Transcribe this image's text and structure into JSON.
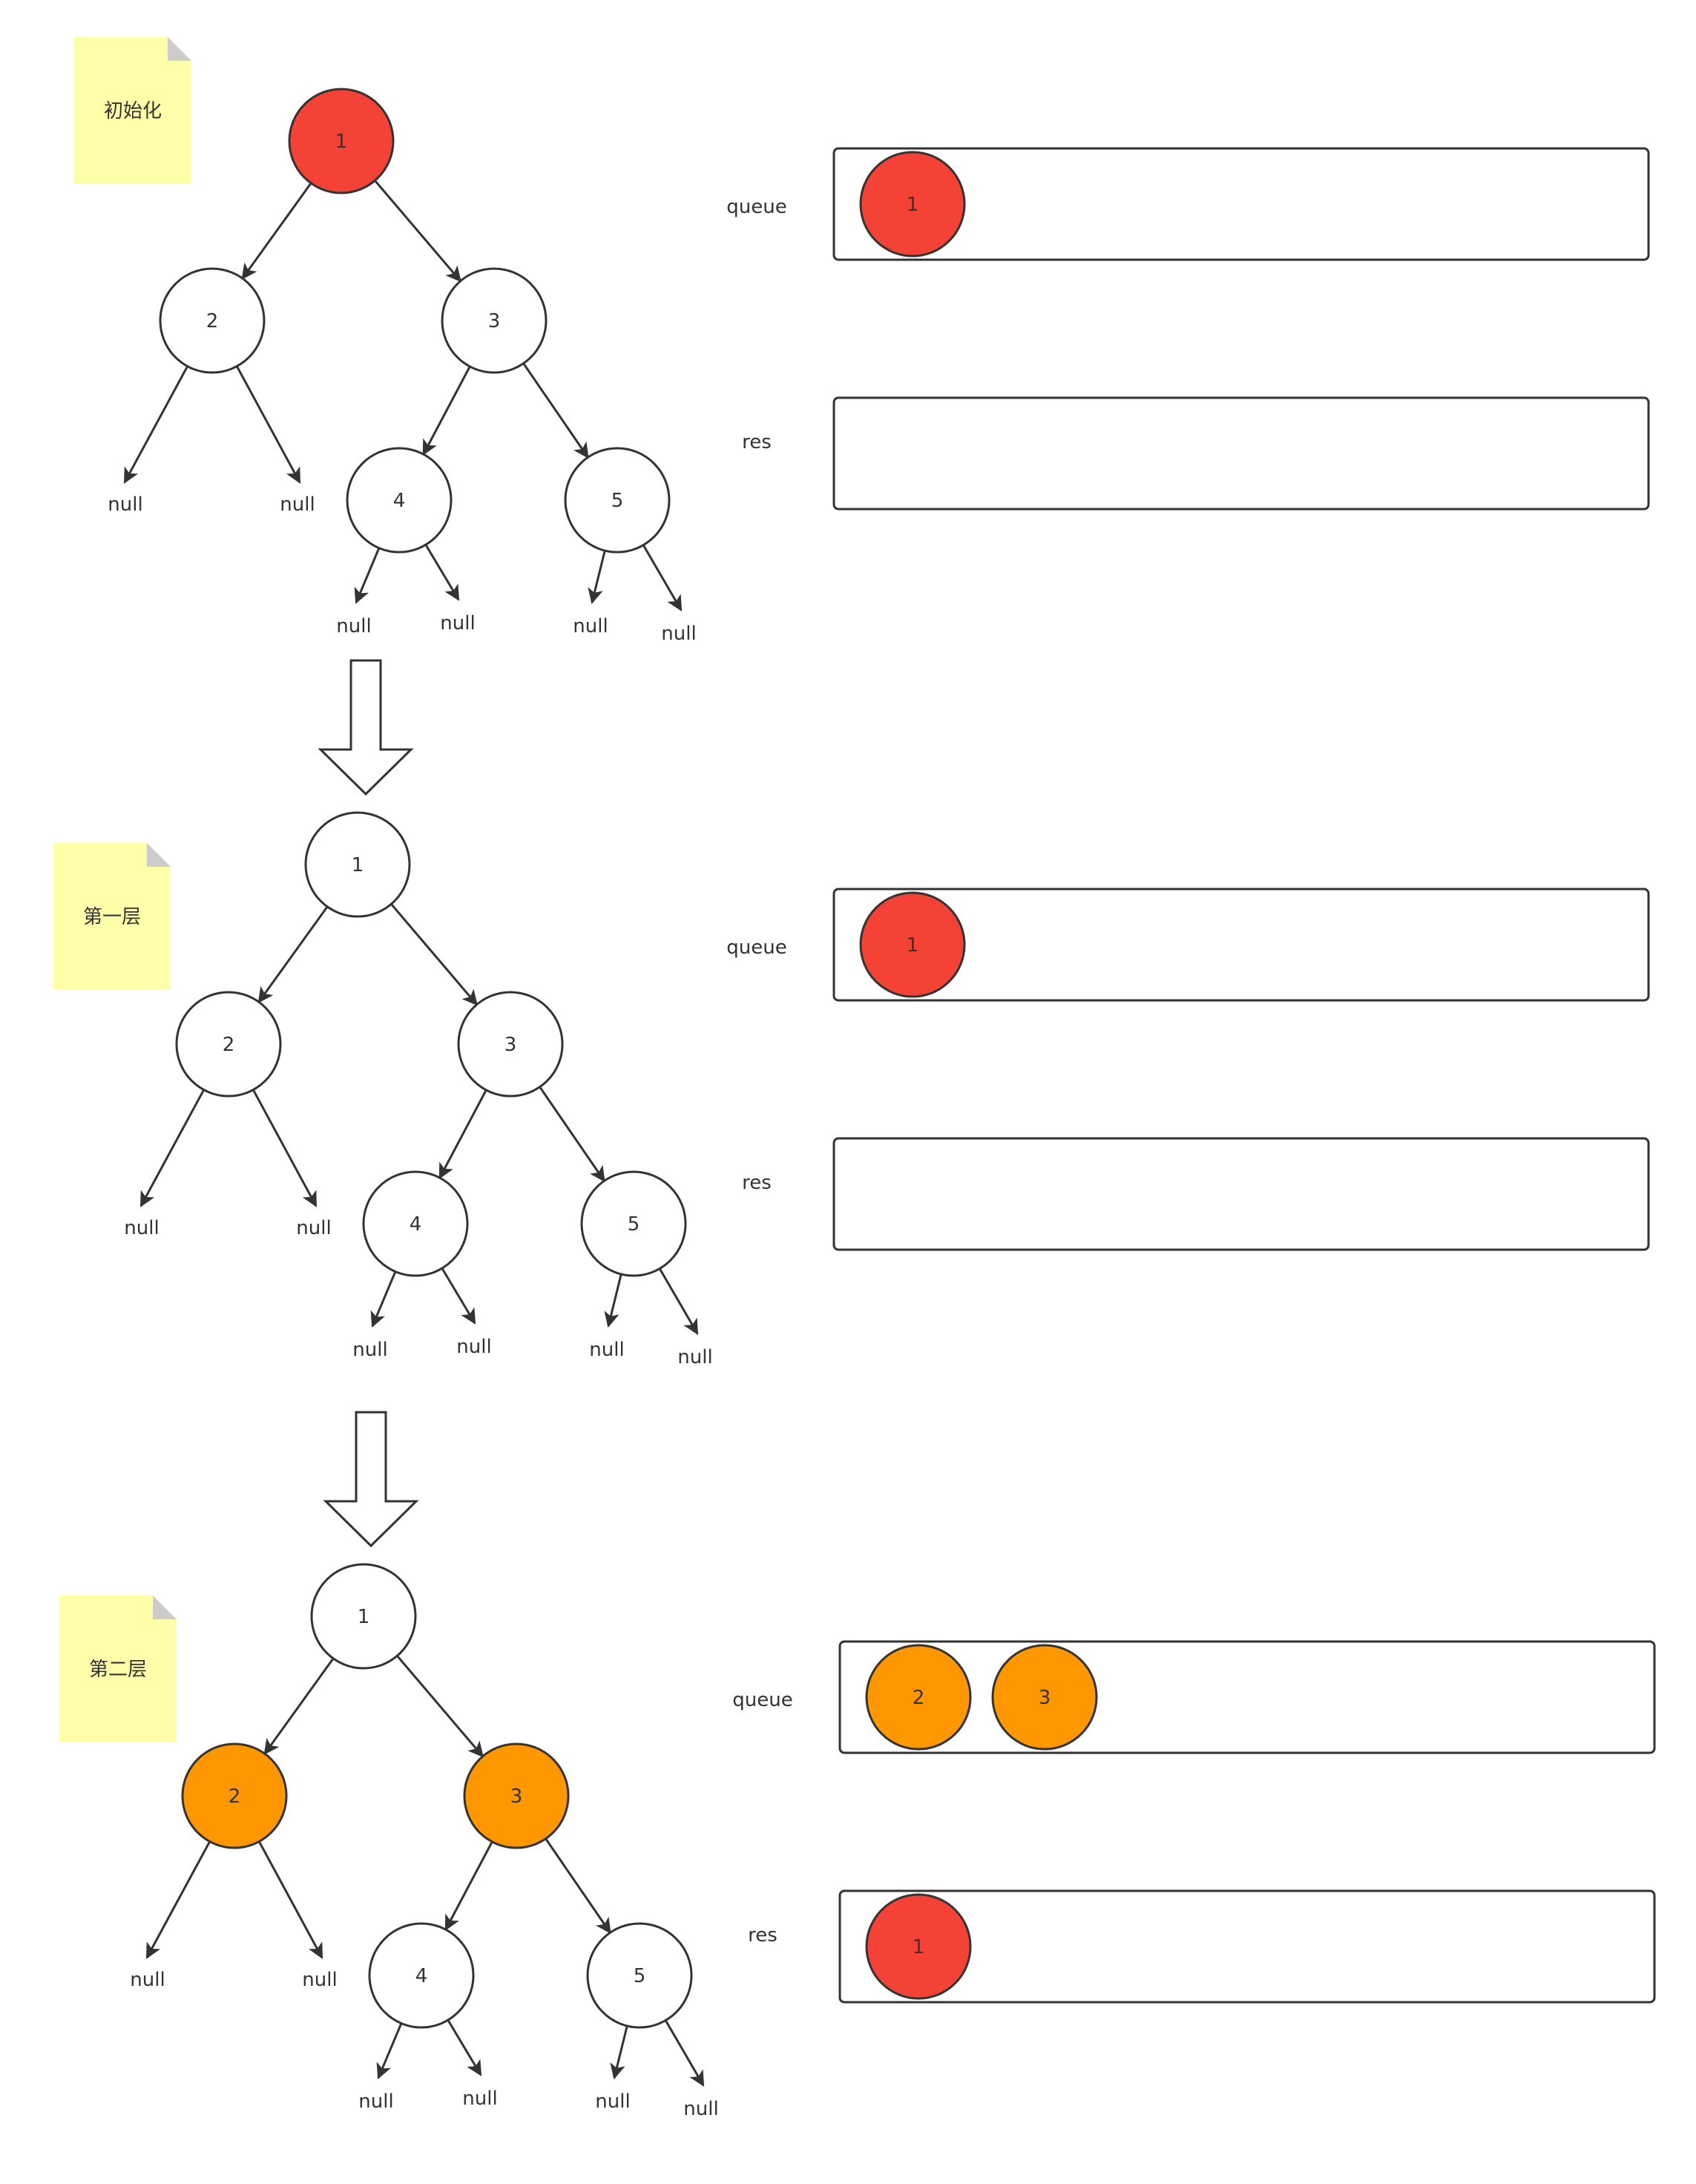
{
  "colors": {
    "red": "#f44336",
    "orange": "#ff9800",
    "white": "#ffffff",
    "stroke": "#333333",
    "note": "#ffffaa",
    "note_fold": "#cccccc"
  },
  "stages": [
    {
      "note": "初始化",
      "tree": {
        "nodes": [
          "1",
          "2",
          "3",
          "4",
          "5"
        ],
        "fill": [
          "red",
          "white",
          "white",
          "white",
          "white"
        ],
        "nulls": [
          "null",
          "null",
          "null",
          "null",
          "null",
          "null"
        ]
      },
      "queue": {
        "label": "queue",
        "items": [
          {
            "text": "1",
            "fill": "red"
          }
        ]
      },
      "res": {
        "label": "res",
        "items": []
      }
    },
    {
      "note": "第一层",
      "tree": {
        "nodes": [
          "1",
          "2",
          "3",
          "4",
          "5"
        ],
        "fill": [
          "white",
          "white",
          "white",
          "white",
          "white"
        ],
        "nulls": [
          "null",
          "null",
          "null",
          "null",
          "null",
          "null"
        ]
      },
      "queue": {
        "label": "queue",
        "items": [
          {
            "text": "1",
            "fill": "red"
          }
        ]
      },
      "res": {
        "label": "res",
        "items": []
      }
    },
    {
      "note": "第二层",
      "tree": {
        "nodes": [
          "1",
          "2",
          "3",
          "4",
          "5"
        ],
        "fill": [
          "white",
          "orange",
          "orange",
          "white",
          "white"
        ],
        "nulls": [
          "null",
          "null",
          "null",
          "null",
          "null",
          "null"
        ]
      },
      "queue": {
        "label": "queue",
        "items": [
          {
            "text": "2",
            "fill": "orange"
          },
          {
            "text": "3",
            "fill": "orange"
          }
        ]
      },
      "res": {
        "label": "res",
        "items": [
          {
            "text": "1",
            "fill": "red"
          }
        ]
      }
    }
  ]
}
